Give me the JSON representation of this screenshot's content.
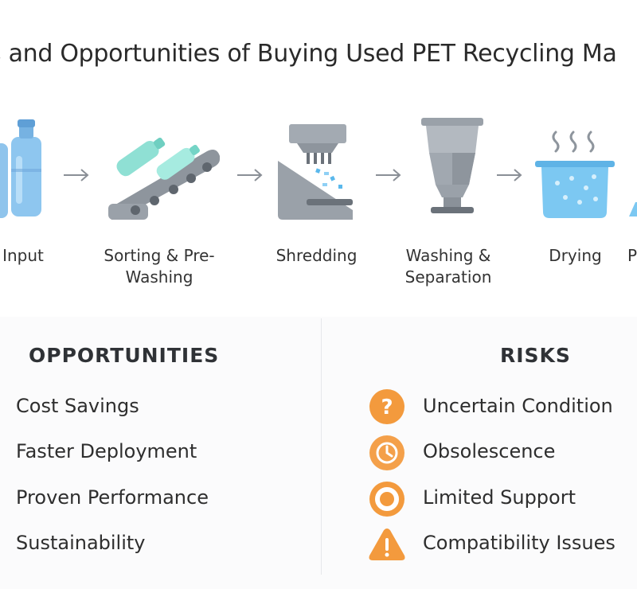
{
  "title": "s and Opportunities of Buying Used PET Recycling Ma",
  "process": {
    "steps": [
      {
        "label": "Input",
        "icon": "bottles-icon"
      },
      {
        "label": "Sorting & Pre-Washing",
        "icon": "conveyor-icon"
      },
      {
        "label": "Shredding",
        "icon": "shredder-icon"
      },
      {
        "label": "Washing & Separation",
        "icon": "washing-tank-icon"
      },
      {
        "label": "Drying",
        "icon": "drying-basin-icon"
      },
      {
        "label": "P",
        "icon": "pellet-icon"
      }
    ]
  },
  "opportunities": {
    "heading": "OPPORTUNITIES",
    "items": [
      "Cost Savings",
      "Faster Deployment",
      "Proven Performance",
      "Sustainability"
    ]
  },
  "risks": {
    "heading": "RISKS",
    "items": [
      {
        "label": "Uncertain Condition",
        "icon": "question-icon"
      },
      {
        "label": "Obsolescence",
        "icon": "clock-icon"
      },
      {
        "label": "Limited Support",
        "icon": "lifebuoy-icon"
      },
      {
        "label": "Compatibility Issues",
        "icon": "warning-icon"
      }
    ]
  },
  "colors": {
    "accent_orange": "#f39a3d",
    "water_blue": "#7cc8f2",
    "machine_grey": "#9aa1a9",
    "bottle_teal": "#8fe0d4"
  }
}
